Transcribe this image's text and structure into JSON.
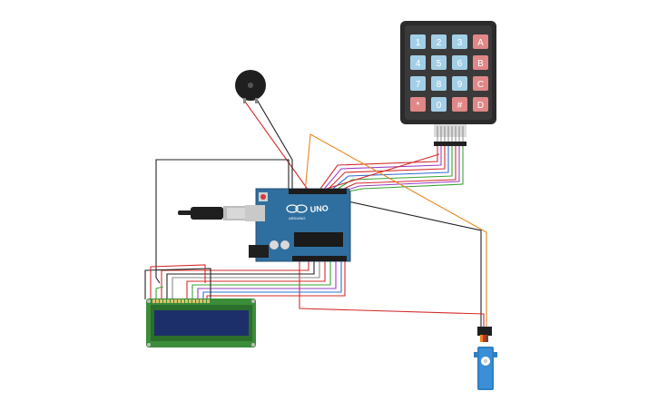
{
  "keypad": {
    "keys": [
      [
        "1",
        "2",
        "3",
        "A"
      ],
      [
        "4",
        "5",
        "6",
        "B"
      ],
      [
        "7",
        "8",
        "9",
        "C"
      ],
      [
        "*",
        "0",
        "#",
        "D"
      ]
    ]
  },
  "arduino": {
    "model_label": "UNO",
    "brand_label": "ARDUINO"
  },
  "colors": {
    "numeric_key": "#a3cfe6",
    "letter_key": "#e08787",
    "keypad_frame": "#2b2b2b",
    "arduino_board": "#2f6f9f",
    "lcd_pcb": "#3b8d3a",
    "lcd_screen": "#1d2f6b",
    "servo_body": "#2f7fc1",
    "wire_red": "#d42a2a",
    "wire_black": "#222222",
    "wire_orange": "#e8871e",
    "wire_green": "#3aa335",
    "wire_purple": "#9b3fc4",
    "wire_blue": "#2e6fd0",
    "wire_gray": "#8a8a8a"
  }
}
